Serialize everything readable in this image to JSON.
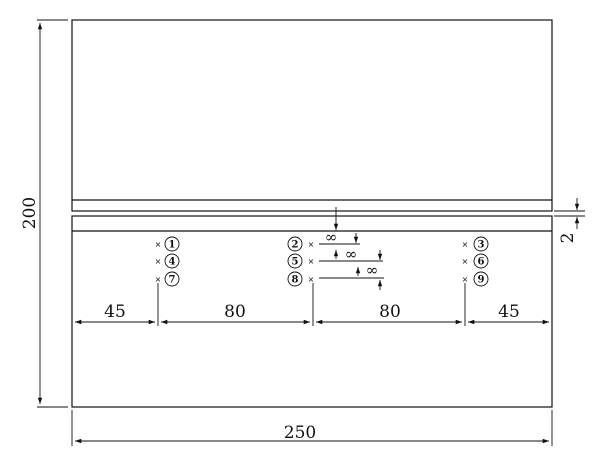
{
  "dimensions": {
    "overall_height": "200",
    "overall_width": "250",
    "gap": "2",
    "seg1": "45",
    "seg2": "80",
    "seg3": "80",
    "seg4": "45"
  },
  "points": [
    "1",
    "2",
    "3",
    "4",
    "5",
    "6",
    "7",
    "8",
    "9"
  ],
  "marker_symbol": "×",
  "crack_label": "∞"
}
